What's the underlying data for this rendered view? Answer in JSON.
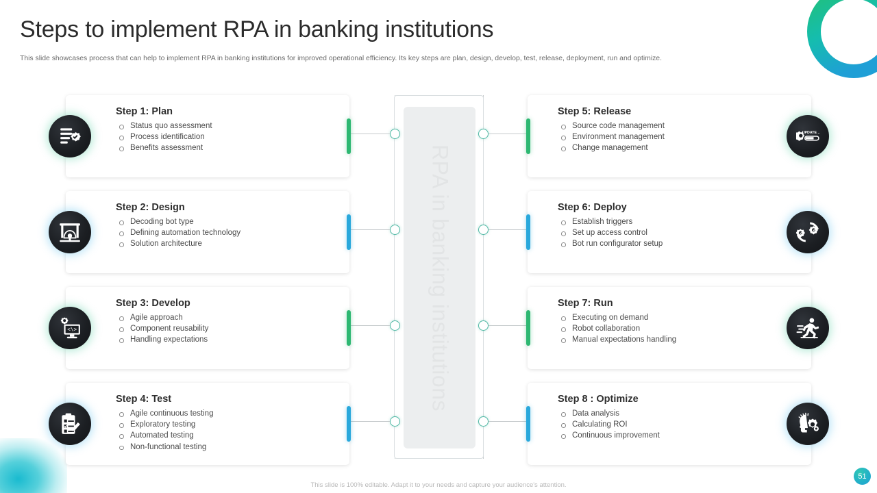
{
  "header": {
    "title": "Steps to implement RPA in banking institutions",
    "subtitle": "This slide showcases process that can help to implement RPA in banking institutions for improved operational efficiency. Its key steps are plan, design, develop, test, release, deployment, run and optimize."
  },
  "center": {
    "label": "RPA in banking institutions"
  },
  "colors": {
    "green": "#2eb872",
    "blue": "#29a8dc",
    "node": "#4fb8a4",
    "rail": "#c5cacc",
    "badge_dark": "#1c1f23",
    "page_badge": "#24b3c6"
  },
  "steps_left": [
    {
      "title": "Step 1: Plan",
      "accent": "green",
      "icon": "document-check-gear-icon",
      "items": [
        "Status quo assessment",
        "Process identification",
        "Benefits assessment"
      ]
    },
    {
      "title": "Step 2: Design",
      "accent": "blue",
      "icon": "blueprint-design-icon",
      "items": [
        "Decoding bot type",
        "Defining automation technology",
        "Solution architecture"
      ]
    },
    {
      "title": "Step 3: Develop",
      "accent": "green",
      "icon": "code-monitor-gear-icon",
      "items": [
        "Agile approach",
        "Component reusability",
        "Handling expectations"
      ]
    },
    {
      "title": "Step 4: Test",
      "accent": "blue",
      "icon": "clipboard-checklist-pen-icon",
      "items": [
        "Agile continuous testing",
        "Exploratory testing",
        "Automated testing",
        "Non-functional testing"
      ]
    }
  ],
  "steps_right": [
    {
      "title": "Step 5: Release",
      "accent": "green",
      "icon": "gear-update-progress-icon",
      "items": [
        "Source code management",
        "Environment management",
        "Change management"
      ]
    },
    {
      "title": "Step 6: Deploy",
      "accent": "blue",
      "icon": "two-gears-sync-icon",
      "items": [
        "Establish triggers",
        "Set up access control",
        "Bot run configurator setup"
      ]
    },
    {
      "title": "Step 7: Run",
      "accent": "green",
      "icon": "running-person-icon",
      "items": [
        "Executing on demand",
        "Robot collaboration",
        "Manual expectations handling"
      ]
    },
    {
      "title": "Step 8 : Optimize",
      "accent": "blue",
      "icon": "head-gear-brain-icon",
      "items": [
        "Data analysis",
        "Calculating ROI",
        "Continuous improvement"
      ]
    }
  ],
  "footer": {
    "note": "This slide is 100% editable. Adapt it to your needs and capture your audience's attention.",
    "page_number": "51"
  }
}
